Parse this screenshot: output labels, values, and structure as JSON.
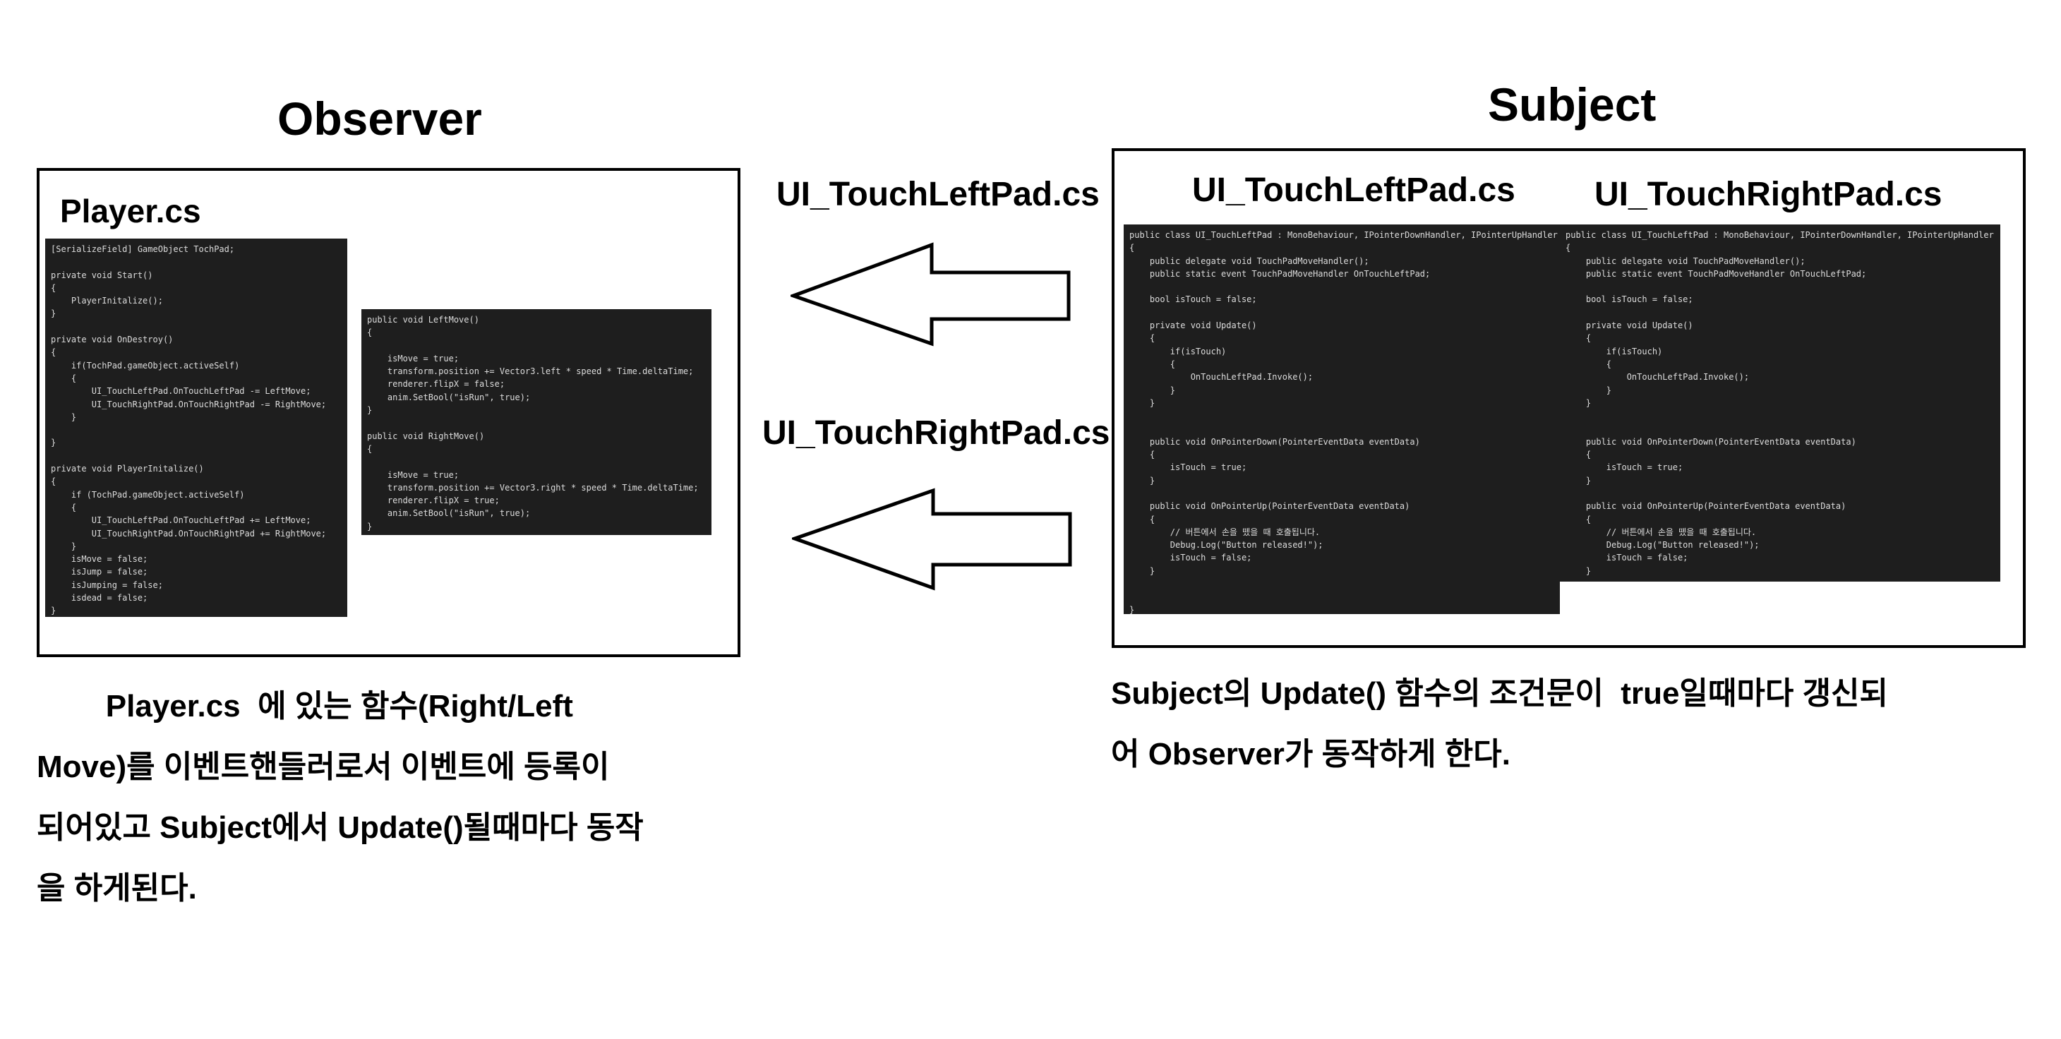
{
  "observer": {
    "title": "Observer",
    "file_label": "Player.cs",
    "code_main": [
      "[SerializeField] GameObject TochPad;",
      "",
      "private void Start()",
      "{",
      "    PlayerInitalize();",
      "}",
      "",
      "private void OnDestroy()",
      "{",
      "    if(TochPad.gameObject.activeSelf)",
      "    {",
      "        UI_TouchLeftPad.OnTouchLeftPad -= LeftMove;",
      "        UI_TouchRightPad.OnTouchRightPad -= RightMove;",
      "    }",
      "",
      "}",
      "",
      "private void PlayerInitalize()",
      "{",
      "    if (TochPad.gameObject.activeSelf)",
      "    {",
      "        UI_TouchLeftPad.OnTouchLeftPad += LeftMove;",
      "        UI_TouchRightPad.OnTouchRightPad += RightMove;",
      "    }",
      "    isMove = false;",
      "    isJump = false;",
      "    isJumping = false;",
      "    isdead = false;",
      "}"
    ],
    "code_moves": [
      "public void LeftMove()",
      "{",
      "",
      "    isMove = true;",
      "    transform.position += Vector3.left * speed * Time.deltaTime;",
      "    renderer.flipX = false;",
      "    anim.SetBool(\"isRun\", true);",
      "}",
      "",
      "public void RightMove()",
      "{",
      "",
      "    isMove = true;",
      "    transform.position += Vector3.right * speed * Time.deltaTime;",
      "    renderer.flipX = true;",
      "    anim.SetBool(\"isRun\", true);",
      "}"
    ],
    "caption": [
      "        Player.cs  에 있는 함수(Right/Left",
      "Move)를 이벤트핸들러로서 이벤트에 등록이",
      "되어있고 Subject에서 Update()될때마다 동작",
      "을 하게된다."
    ]
  },
  "arrows": {
    "left_label": "UI_TouchLeftPad.cs",
    "right_label": "UI_TouchRightPad.cs"
  },
  "subject": {
    "title": "Subject",
    "left_label": "UI_TouchLeftPad.cs",
    "right_label": "UI_TouchRightPad.cs",
    "code_left": [
      "public class UI_TouchLeftPad : MonoBehaviour, IPointerDownHandler, IPointerUpHandler",
      "{",
      "    public delegate void TouchPadMoveHandler();",
      "    public static event TouchPadMoveHandler OnTouchLeftPad;",
      "",
      "    bool isTouch = false;",
      "",
      "    private void Update()",
      "    {",
      "        if(isTouch)",
      "        {",
      "            OnTouchLeftPad.Invoke();",
      "        }",
      "    }",
      "",
      "",
      "    public void OnPointerDown(PointerEventData eventData)",
      "    {",
      "        isTouch = true;",
      "    }",
      "",
      "    public void OnPointerUp(PointerEventData eventData)",
      "    {",
      "        // 버튼에서 손을 뗐을 때 호출됩니다.",
      "        Debug.Log(\"Button released!\");",
      "        isTouch = false;",
      "    }",
      "",
      "",
      "}"
    ],
    "code_right": [
      "public class UI_TouchLeftPad : MonoBehaviour, IPointerDownHandler, IPointerUpHandler",
      "{",
      "    public delegate void TouchPadMoveHandler();",
      "    public static event TouchPadMoveHandler OnTouchLeftPad;",
      "",
      "    bool isTouch = false;",
      "",
      "    private void Update()",
      "    {",
      "        if(isTouch)",
      "        {",
      "            OnTouchLeftPad.Invoke();",
      "        }",
      "    }",
      "",
      "",
      "    public void OnPointerDown(PointerEventData eventData)",
      "    {",
      "        isTouch = true;",
      "    }",
      "",
      "    public void OnPointerUp(PointerEventData eventData)",
      "    {",
      "        // 버튼에서 손을 뗐을 때 호출됩니다.",
      "        Debug.Log(\"Button released!\");",
      "        isTouch = false;",
      "    }"
    ],
    "caption": [
      "Subject의 Update() 함수의 조건문이  true일때마다 갱신되",
      "어 Observer가 동작하게 한다."
    ]
  }
}
